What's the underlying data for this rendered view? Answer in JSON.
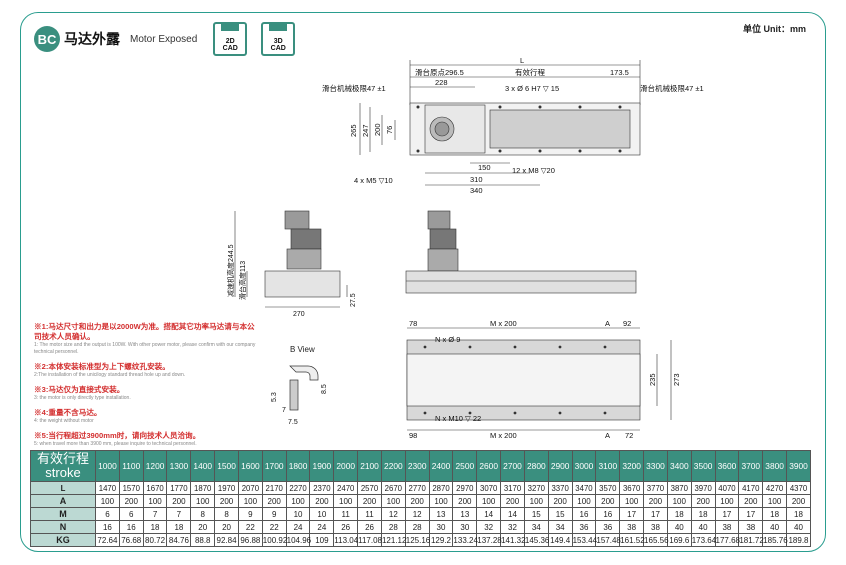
{
  "header": {
    "badge": "BC",
    "title_cn": "马达外露",
    "title_en": "Motor Exposed",
    "cad2d_top": "2D",
    "cad2d_bottom": "CAD",
    "cad3d_top": "3D",
    "cad3d_bottom": "CAD",
    "unit": "单位 Unit：mm"
  },
  "drawing_top": {
    "L": "L",
    "origin": "滑台原点296.5",
    "effective": "有效行程",
    "d173": "173.5",
    "left_limit": "滑台机械极限47 ±1",
    "right_limit": "滑台机械极限47 ±1",
    "d228": "228",
    "holes": "3 x Ø 6 H7 ▽ 15",
    "d265": "265",
    "d247": "247",
    "d200": "200",
    "d76": "76",
    "m5": "4 x M5 ▽10",
    "d150": "150",
    "m8": "12 x M8 ▽20",
    "d310": "310",
    "d340": "340"
  },
  "drawing_side": {
    "decel_height": "减速机高度244.5",
    "slide_height": "滑台高度113",
    "d270": "270",
    "d27": "27.5"
  },
  "drawing_bottom": {
    "d78": "78",
    "m200": "M x 200",
    "A": "A",
    "d92": "92",
    "n9": "N x Ø 9",
    "d235": "235",
    "d273": "273",
    "n10": "N x M10 ▽ 22",
    "d98": "98",
    "m200b": "M x 200",
    "A2": "A",
    "d72": "72"
  },
  "bview": {
    "title": "B View",
    "d85": "8.5",
    "d53": "5.3",
    "d7": "7",
    "d75": "7.5"
  },
  "notes": [
    {
      "cn": "※1:马达尺寸和出力是以2000W为准。搭配其它功率马达请与本公司技术人员确认。",
      "en": "1: The motor size and the output is 100W. With other power motor, please confirm with our company technical personnel."
    },
    {
      "cn": "※2:本体安装标准型为上下螺纹孔安装。",
      "en": "2:The installation of the unicilogy standard thread hole up and down."
    },
    {
      "cn": "※3:马达仅为直接式安装。",
      "en": "3: the motor is only directly type installation."
    },
    {
      "cn": "※4:重量不含马达。",
      "en": "4: the weight without motor"
    },
    {
      "cn": "※5:当行程超过3900mm时，请向技术人员洽询。",
      "en": "5: when travel more than 3900 mm, please inquire to technical personnel."
    }
  ],
  "table": {
    "header_cn": "有效行程",
    "header_en": "stroke",
    "strokes": [
      "1000",
      "1100",
      "1200",
      "1300",
      "1400",
      "1500",
      "1600",
      "1700",
      "1800",
      "1900",
      "2000",
      "2100",
      "2200",
      "2300",
      "2400",
      "2500",
      "2600",
      "2700",
      "2800",
      "2900",
      "3000",
      "3100",
      "3200",
      "3300",
      "3400",
      "3500",
      "3600",
      "3700",
      "3800",
      "3900"
    ],
    "rows": [
      {
        "label": "L",
        "values": [
          "1470",
          "1570",
          "1670",
          "1770",
          "1870",
          "1970",
          "2070",
          "2170",
          "2270",
          "2370",
          "2470",
          "2570",
          "2670",
          "2770",
          "2870",
          "2970",
          "3070",
          "3170",
          "3270",
          "3370",
          "3470",
          "3570",
          "3670",
          "3770",
          "3870",
          "3970",
          "4070",
          "4170",
          "4270",
          "4370"
        ]
      },
      {
        "label": "A",
        "values": [
          "100",
          "200",
          "100",
          "200",
          "100",
          "200",
          "100",
          "200",
          "100",
          "200",
          "100",
          "200",
          "100",
          "200",
          "100",
          "200",
          "100",
          "200",
          "100",
          "200",
          "100",
          "200",
          "100",
          "200",
          "100",
          "200",
          "100",
          "200",
          "100",
          "200"
        ]
      },
      {
        "label": "M",
        "values": [
          "6",
          "6",
          "7",
          "7",
          "8",
          "8",
          "9",
          "9",
          "10",
          "10",
          "11",
          "11",
          "12",
          "12",
          "13",
          "13",
          "14",
          "14",
          "15",
          "15",
          "16",
          "16",
          "17",
          "17",
          "18",
          "18",
          "17",
          "17",
          "18",
          "18"
        ]
      },
      {
        "label": "N",
        "values": [
          "16",
          "16",
          "18",
          "18",
          "20",
          "20",
          "22",
          "22",
          "24",
          "24",
          "26",
          "26",
          "28",
          "28",
          "30",
          "30",
          "32",
          "32",
          "34",
          "34",
          "36",
          "36",
          "38",
          "38",
          "40",
          "40",
          "38",
          "38",
          "40",
          "40"
        ]
      },
      {
        "label": "KG",
        "values": [
          "72.64",
          "76.68",
          "80.72",
          "84.76",
          "88.8",
          "92.84",
          "96.88",
          "100.92",
          "104.96",
          "109",
          "113.04",
          "117.08",
          "121.12",
          "125.16",
          "129.2",
          "133.24",
          "137.28",
          "141.32",
          "145.36",
          "149.4",
          "153.44",
          "157.48",
          "161.52",
          "165.56",
          "169.6",
          "173.64",
          "177.68",
          "181.72",
          "185.76",
          "189.8"
        ]
      }
    ]
  }
}
